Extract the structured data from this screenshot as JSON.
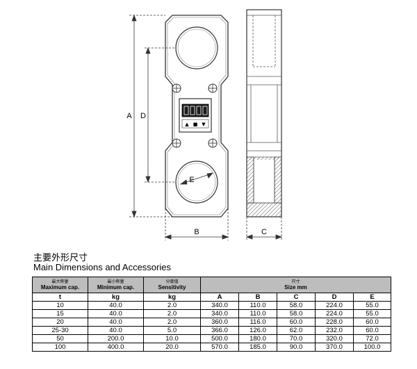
{
  "diagram": {
    "dimension_labels": {
      "A": "A",
      "B": "B",
      "C": "C",
      "D": "D",
      "E": "E"
    },
    "display_buttons": [
      "▲",
      "■",
      "▼"
    ]
  },
  "titles": {
    "cn": "主要外形尺寸",
    "en": "Main Dimensions and Accessories"
  },
  "table": {
    "headers": {
      "maxcap_cn": "最大称量",
      "maxcap_en": "Maximum cap.",
      "mincap_cn": "最小称量",
      "mincap_en": "Minimum cap.",
      "sens_cn": "分度值",
      "sens_en": "Sensitivity",
      "size_cn": "尺寸",
      "size_en": "Size mm"
    },
    "units": [
      "t",
      "kg",
      "kg",
      "A",
      "B",
      "C",
      "D",
      "E"
    ],
    "rows": [
      [
        "10",
        "40.0",
        "2.0",
        "340.0",
        "110.0",
        "58.0",
        "224.0",
        "55.0"
      ],
      [
        "15",
        "40.0",
        "2.0",
        "340.0",
        "110.0",
        "58.0",
        "224.0",
        "55.0"
      ],
      [
        "20",
        "40.0",
        "2.0",
        "360.0",
        "116.0",
        "60.0",
        "228.0",
        "60.0"
      ],
      [
        "25-30",
        "40.0",
        "5.0",
        "366.0",
        "126.0",
        "62.0",
        "232.0",
        "60.0"
      ],
      [
        "50",
        "200.0",
        "10.0",
        "500.0",
        "180.0",
        "70.0",
        "320.0",
        "72.0"
      ],
      [
        "100",
        "400.0",
        "20.0",
        "570.0",
        "185.0",
        "90.0",
        "370.0",
        "100.0"
      ]
    ]
  }
}
